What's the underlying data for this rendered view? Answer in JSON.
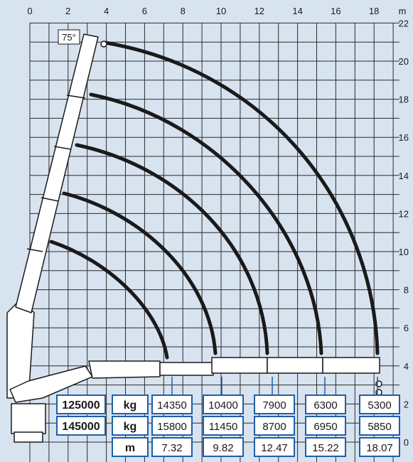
{
  "colors": {
    "background": "#d8e3f0",
    "grid": "#2b2b2b",
    "table_border": "#1f5fa8",
    "table_fill": "#ffffff",
    "arc": "#1a1a1a",
    "crane_fill": "#ffffff",
    "crane_stroke": "#1a1a1a"
  },
  "axes": {
    "x_ticks": [
      "0",
      "2",
      "4",
      "6",
      "8",
      "10",
      "12",
      "14",
      "16",
      "18"
    ],
    "y_ticks": [
      "0",
      "2",
      "4",
      "6",
      "8",
      "10",
      "12",
      "14",
      "16",
      "18",
      "20",
      "22"
    ],
    "unit": "m"
  },
  "angle_label": "75°",
  "table": {
    "rows": [
      {
        "label": "125000",
        "unit": "kg",
        "values": [
          "14350",
          "10400",
          "7900",
          "6300",
          "5300"
        ]
      },
      {
        "label": "145000",
        "unit": "kg",
        "values": [
          "15800",
          "11450",
          "8700",
          "6950",
          "5850"
        ]
      },
      {
        "label": "",
        "unit": "m",
        "values": [
          "7.32",
          "9.82",
          "12.47",
          "15.22",
          "18.07"
        ]
      }
    ]
  },
  "chart_data": {
    "type": "diagram",
    "description_values": {
      "reach_m": [
        7.32,
        9.82,
        12.47,
        15.22,
        18.07
      ],
      "capacity_kg_model_125000": [
        14350,
        10400,
        7900,
        6300,
        5300
      ],
      "capacity_kg_model_145000": [
        15800,
        11450,
        8700,
        6950,
        5850
      ]
    },
    "xlim": [
      0,
      20
    ],
    "ylim": [
      0,
      22
    ],
    "xlabel": "",
    "ylabel": "m"
  }
}
